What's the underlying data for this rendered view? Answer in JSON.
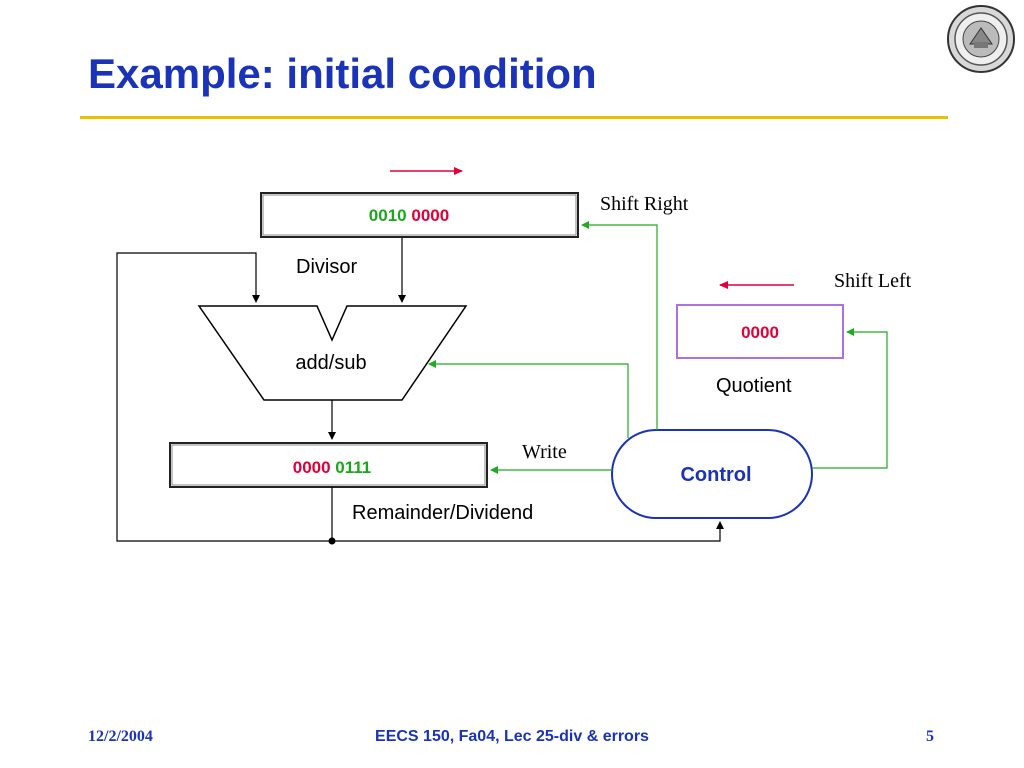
{
  "slide": {
    "title": "Example: initial condition"
  },
  "diagram": {
    "divisor": {
      "label": "Divisor",
      "high_bits": "0010",
      "low_bits": "0000"
    },
    "alu": {
      "label": "add/sub"
    },
    "remainder": {
      "label": "Remainder/Dividend",
      "high_bits": "0000",
      "low_bits": "0111"
    },
    "quotient": {
      "label": "Quotient",
      "bits": "0000"
    },
    "control": {
      "label": "Control"
    },
    "annotations": {
      "shift_right": "Shift Right",
      "shift_left": "Shift Left",
      "write": "Write"
    }
  },
  "colors": {
    "title_blue": "#1a33b8",
    "rule_gold": "#e8c400",
    "bit_green": "#1aa81a",
    "bit_red": "#e0003a",
    "wire_green": "#22aa22",
    "quotient_border": "#b070e0",
    "arrow_red": "#e0003a"
  },
  "footer": {
    "date": "12/2/2004",
    "course": "EECS 150, Fa04, Lec 25-div & errors",
    "page": "5"
  }
}
